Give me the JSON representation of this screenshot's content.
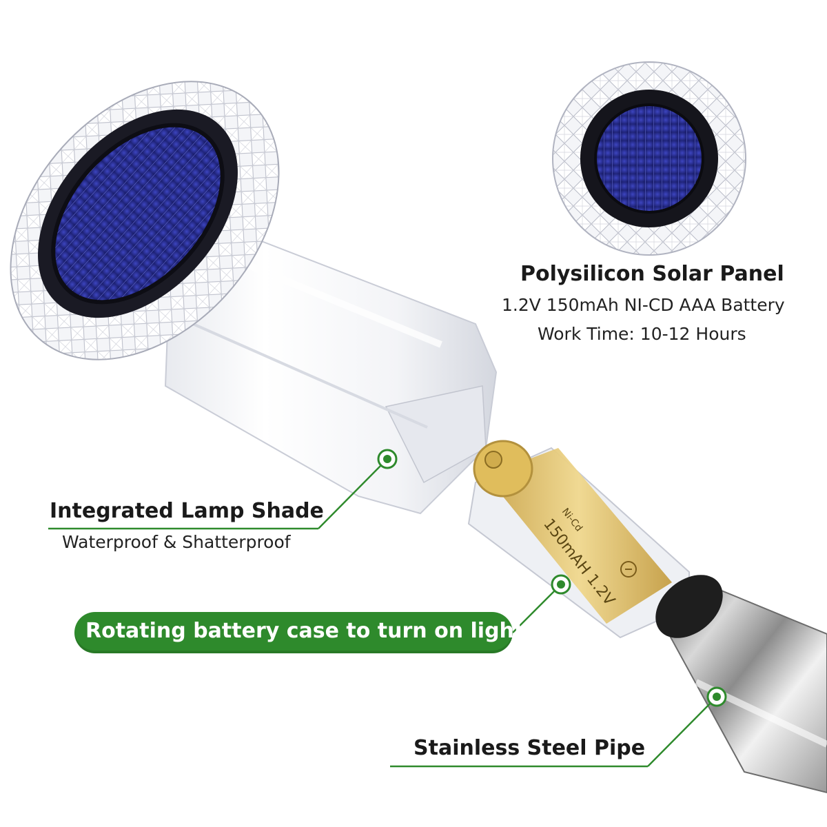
{
  "solar_panel": {
    "title": "Polysilicon Solar Panel",
    "battery_spec": "1.2V 150mAh NI-CD AAA Battery",
    "work_time": "Work Time: 10-12 Hours"
  },
  "lamp_shade": {
    "title": "Integrated Lamp Shade",
    "subtitle": "Waterproof & Shatterproof"
  },
  "battery_case": {
    "label": "Rotating battery case to turn on light",
    "battery_text_type": "Ni-Cd",
    "battery_text_rating": "150mAH 1.2V"
  },
  "pipe": {
    "title": "Stainless Steel Pipe"
  },
  "colors": {
    "accent_green": "#2e8a2c",
    "solar_blue": "#2a2f9a",
    "battery_yellow": "#e8c86a"
  }
}
